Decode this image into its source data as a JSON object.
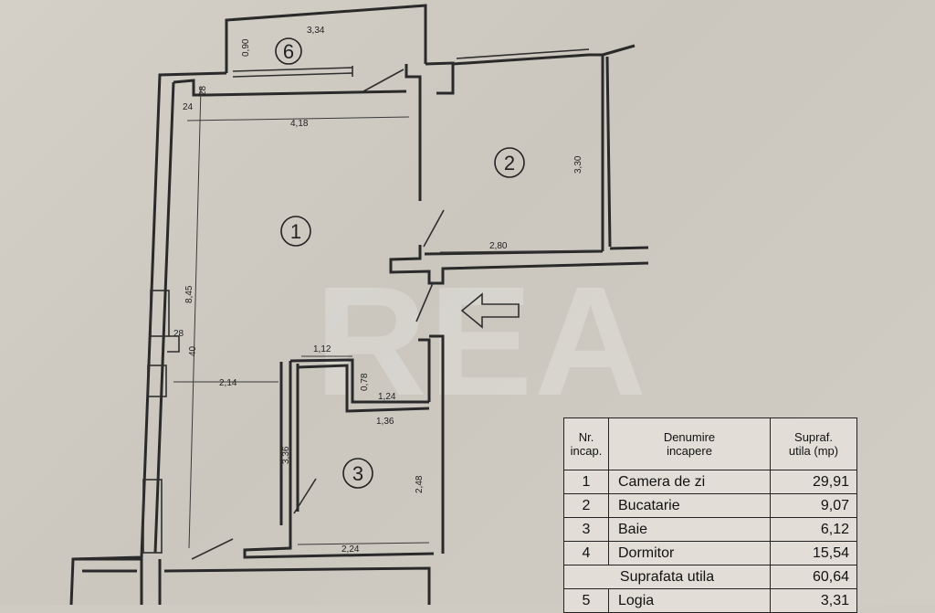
{
  "rooms": [
    {
      "num": "1"
    },
    {
      "num": "2"
    },
    {
      "num": "3"
    },
    {
      "num": "6"
    }
  ],
  "dimensions": {
    "d_334": "3,34",
    "d_090": "0,90",
    "d_28a": "28",
    "d_24": "24",
    "d_418": "4,18",
    "d_330": "3,30",
    "d_280": "2,80",
    "d_845": "8,45",
    "d_28b": "28",
    "d_40": "40",
    "d_214": "2,14",
    "d_112": "1,12",
    "d_078": "0,78",
    "d_124": "1,24",
    "d_136": "1,36",
    "d_336": "3,36",
    "d_248": "2,48",
    "d_224": "2,24"
  },
  "watermark": "REA",
  "table": {
    "headers": [
      "Nr.\nincap.",
      "Denumire\nincapere",
      "Supraf.\nutila (mp)"
    ],
    "rows": [
      {
        "nr": "1",
        "name": "Camera de zi",
        "area": "29,91"
      },
      {
        "nr": "2",
        "name": "Bucatarie",
        "area": "9,07"
      },
      {
        "nr": "3",
        "name": "Baie",
        "area": "6,12"
      },
      {
        "nr": "4",
        "name": "Dormitor",
        "area": "15,54"
      }
    ],
    "total": {
      "label": "Suprafata utila",
      "area": "60,64"
    },
    "partial": {
      "nr": "5",
      "name": "Logia",
      "area": "3,31"
    }
  }
}
